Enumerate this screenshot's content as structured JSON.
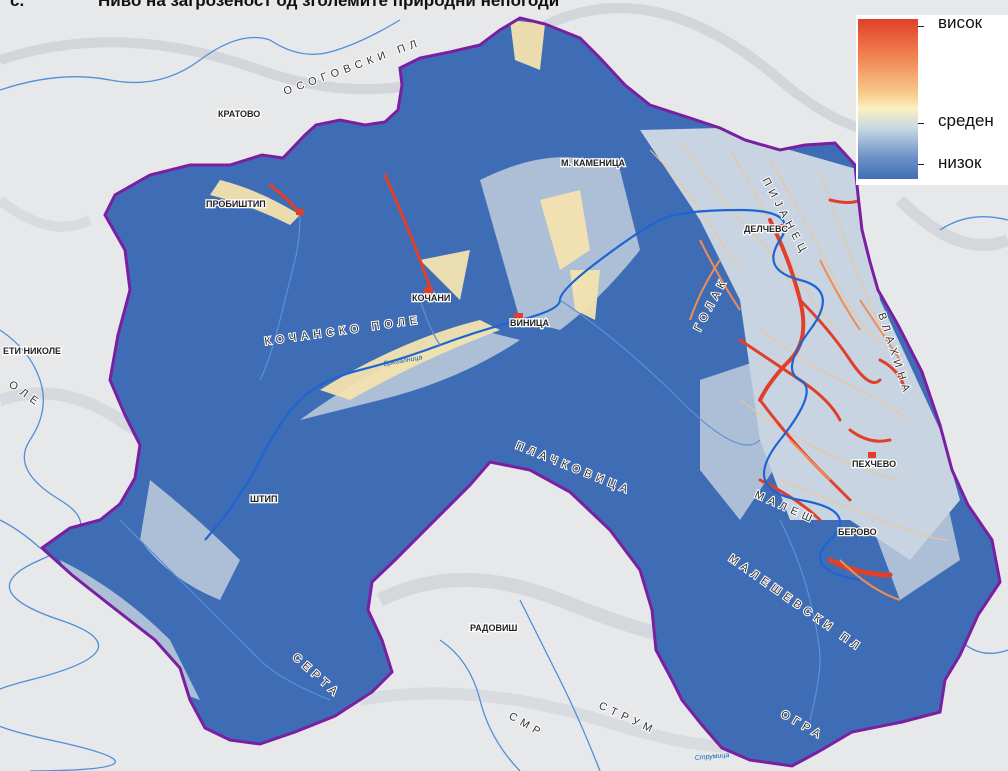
{
  "title": {
    "number": "с.",
    "text": "Ниво на загрозеност од зголемите природни непогоди"
  },
  "legend": {
    "high": "висок",
    "medium": "среден",
    "low": "низок",
    "colors": {
      "high": "#e0402a",
      "medium": "#fbf0c0",
      "low": "#3f6db5"
    }
  },
  "places": {
    "kratovo": "КРАТОВО",
    "probishtip": "ПРОБИШТИП",
    "kocani": "КОЧАНИ",
    "vinica": "ВИНИЦА",
    "m_kamenica": "М. КАМЕНИЦА",
    "delcevo": "ДЕЛЧЕВО",
    "pehcevo": "ПЕХЧЕВО",
    "berovo": "БЕРОВО",
    "stip": "ШТИП",
    "radovish": "РАДОВИШ",
    "sveti_nikole": "ЕТИ НИКОЛЕ"
  },
  "regions": {
    "osogovski": "ОСОГОВСКИ ПЛ",
    "kocansko_pole": "КОЧАНСКО ПОЛЕ",
    "plackovica": "ПЛАЧКОВИЦА",
    "golak": "ГОЛАК",
    "maleshevski": "МАЛЕШЕВСКИ ПЛ",
    "vlahina": "ВЛАХИНА",
    "pijanec": "ПИЈАНЕЦ",
    "malesh": "МАЛЕШ",
    "serta": "СЕРТА",
    "struma": "СТРУМ",
    "ograzden": "ОГРА",
    "smr": "СМР",
    "ovce_pole": "ОЛЕ"
  },
  "rivers": {
    "bregalnica": "Брегалница",
    "strumica": "Струмица"
  },
  "map_colors": {
    "boundary": "#7b1fa2",
    "base": "#3f6db5",
    "river": "#1e64d2",
    "relief": "#e6e8ea"
  }
}
